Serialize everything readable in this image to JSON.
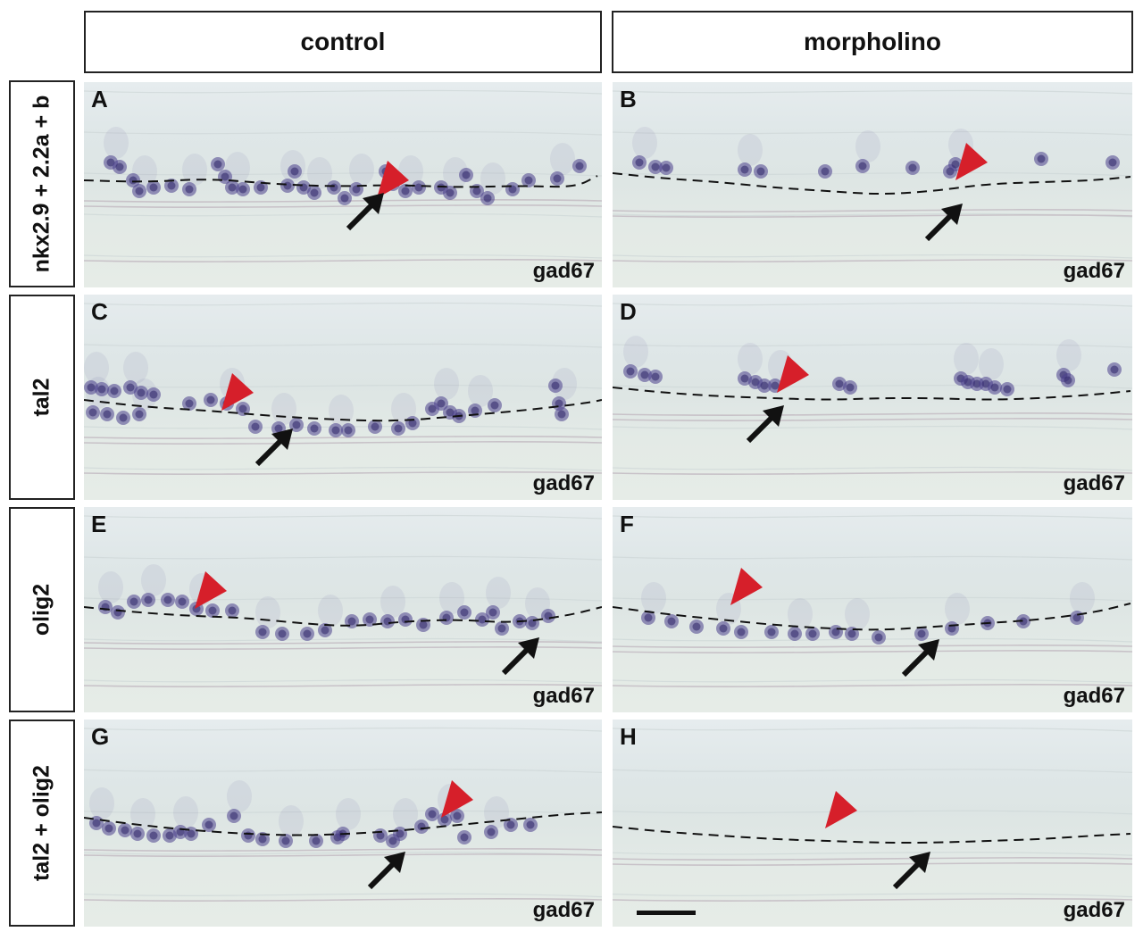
{
  "columns": [
    "control",
    "morpholino"
  ],
  "rows": [
    "nkx2.9 + 2.2a + b",
    "tal2",
    "olig2",
    "tal2 + olig2"
  ],
  "panels": [
    {
      "letter": "A",
      "marker": "gad67"
    },
    {
      "letter": "B",
      "marker": "gad67"
    },
    {
      "letter": "C",
      "marker": "gad67"
    },
    {
      "letter": "D",
      "marker": "gad67"
    },
    {
      "letter": "E",
      "marker": "gad67"
    },
    {
      "letter": "F",
      "marker": "gad67"
    },
    {
      "letter": "G",
      "marker": "gad67"
    },
    {
      "letter": "H",
      "marker": "gad67"
    }
  ],
  "colors": {
    "arrowhead": "#d61f2a",
    "arrow": "#111111",
    "stain": "#4a3f8c",
    "tissue": "#e1e8e7"
  }
}
